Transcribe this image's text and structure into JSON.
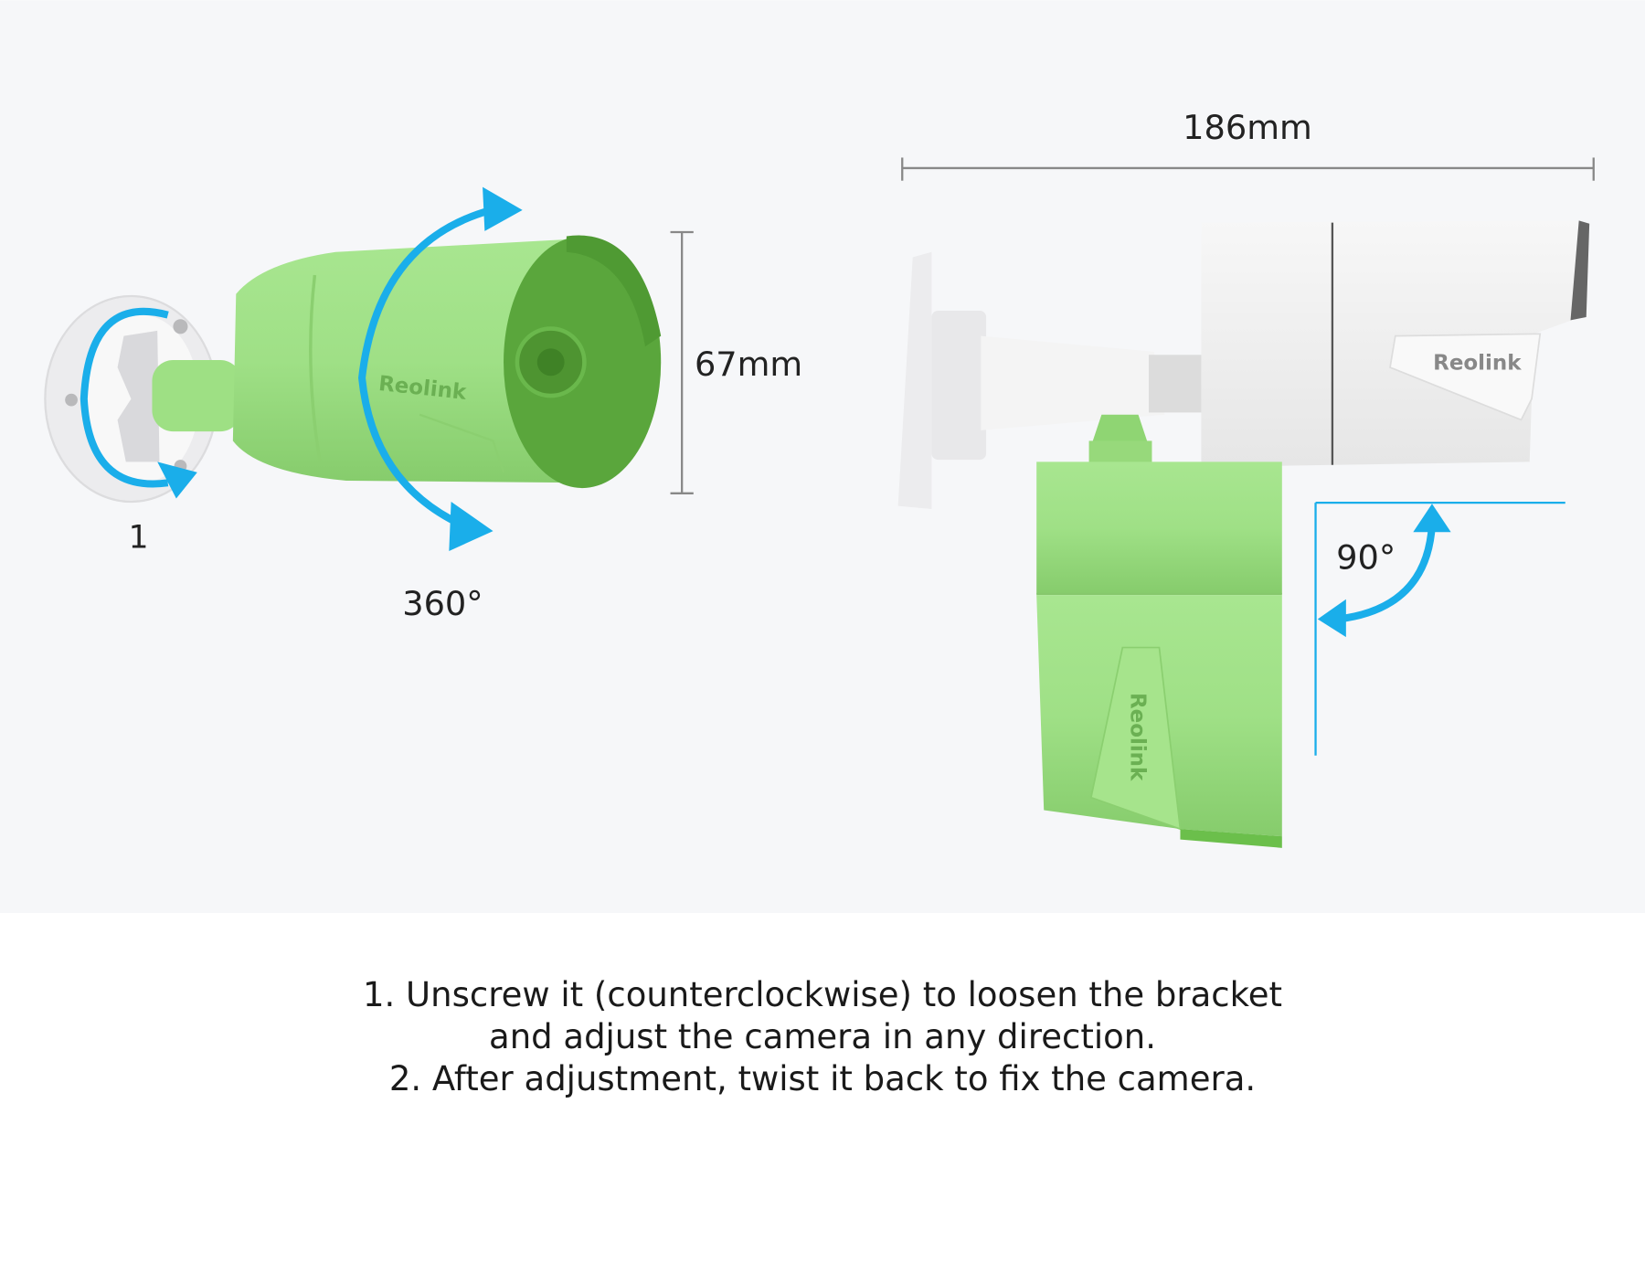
{
  "labels": {
    "step_marker": "1",
    "rotation": "360°",
    "height": "67mm",
    "length": "186mm",
    "tilt": "90°"
  },
  "brand": "Reolink",
  "caption": {
    "line1": "1. Unscrew it (counterclockwise) to loosen the bracket",
    "line2": "and adjust the camera in any direction.",
    "line3": "2. After adjustment, twist it back to fix the camera."
  },
  "colors": {
    "arrow": "#1aaeea",
    "green_body": "#a3e38a",
    "green_dark": "#5aa63c",
    "white_body": "#f2f2f2",
    "background_top": "#f6f7f9"
  }
}
